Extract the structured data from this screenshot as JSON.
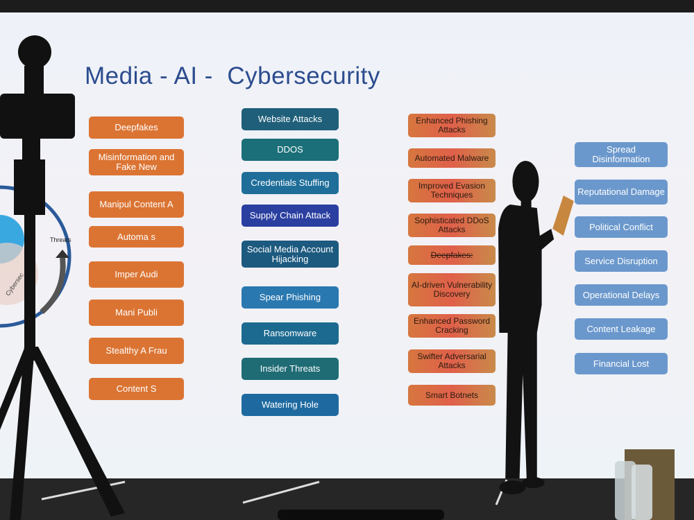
{
  "slide": {
    "title": "Media - AI -  Cybersecurity",
    "diagram_label": "Threats",
    "diagram_side_label": "Cybersec",
    "column1": [
      "Deepfakes",
      "Misinformation and Fake New",
      "Manipul Content A",
      "Automa s",
      "Imper Audi",
      "Mani Publi",
      "Stealthy A Frau",
      "Content S"
    ],
    "column2": [
      "Website Attacks",
      "DDOS",
      "Credentials Stuffing",
      "Supply Chain Attack",
      "Social Media Account Hijacking",
      "Spear Phishing",
      "Ransomware",
      "Insider Threats",
      "Watering Hole"
    ],
    "column3": [
      "Enhanced Phishing Attacks",
      "Automated Malware",
      "Improved Evasion Techniques",
      "Sophisticated DDoS Attacks",
      "Deepfakes:",
      "AI-driven Vulnerability Discovery",
      "Enhanced Password Cracking",
      "Swifter Adversarial Attacks",
      "Smart Botnets"
    ],
    "column4": [
      "Spread Disinformation",
      "Reputational Damage",
      "Political Conflict",
      "Service Disruption",
      "Operational Delays",
      "Content Leakage",
      "Financial Lost"
    ]
  },
  "colors": {
    "title": "#2c4c8e",
    "column1": "#db7433",
    "column3": "#e0604a",
    "column4": "#6b98cc"
  }
}
